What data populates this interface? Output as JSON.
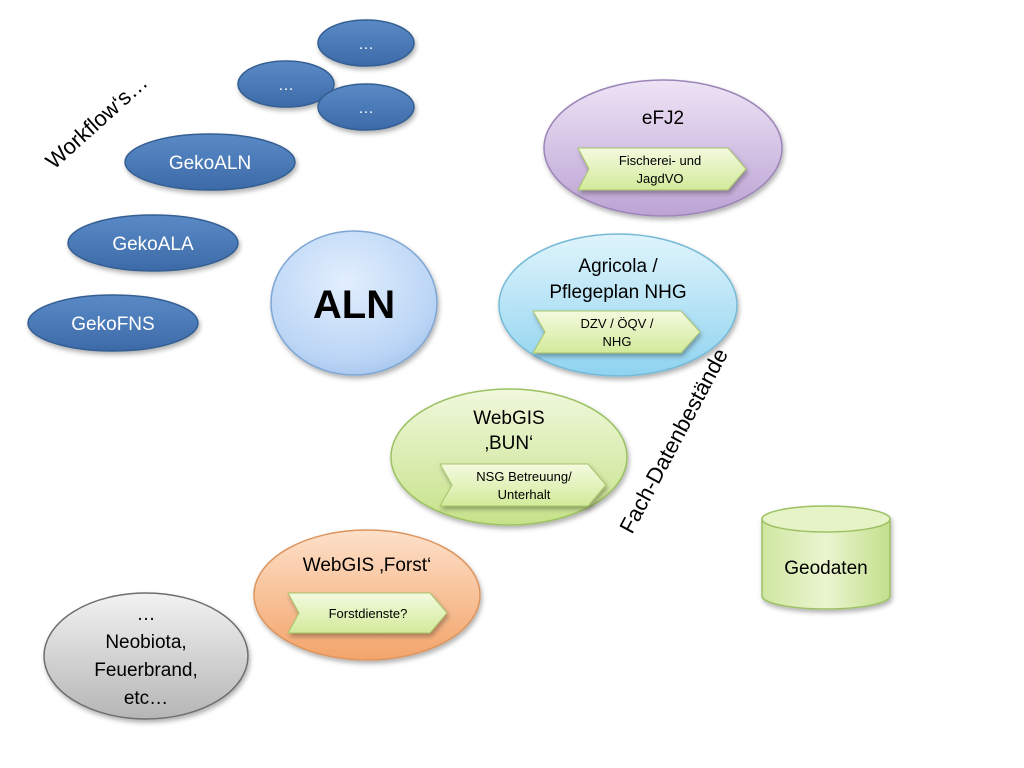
{
  "labels": {
    "workflows": "Workflow‘s…",
    "fach_datenbestaende": "Fach-Datenbestände"
  },
  "blue_bubbles": {
    "dots_top": "…",
    "dots_left": "…",
    "dots_right": "…",
    "geko_aln": "GekoALN",
    "geko_ala": "GekoALA",
    "geko_fns": "GekoFNS"
  },
  "aln": {
    "label": "ALN"
  },
  "efj2": {
    "title": "eFJ2",
    "tag_line1": "Fischerei- und",
    "tag_line2": "JagdVO"
  },
  "agricola": {
    "title_line1": "Agricola /",
    "title_line2": "Pflegeplan NHG",
    "tag_line1": "DZV / ÖQV /",
    "tag_line2": "NHG"
  },
  "webgis_bun": {
    "title_line1": "WebGIS",
    "title_line2": "‚BUN‘",
    "tag_line1": "NSG Betreuung/",
    "tag_line2": "Unterhalt"
  },
  "webgis_forst": {
    "title": "WebGIS ‚Forst‘",
    "tag": "Forstdienste?"
  },
  "other": {
    "line1": "…",
    "line2": "Neobiota,",
    "line3": "Feuerbrand,",
    "line4": "etc…"
  },
  "geodaten": {
    "label": "Geodaten"
  },
  "colors": {
    "blue": "#4f81bd",
    "purple": "#c9b3dd",
    "cyan": "#a3dcf2",
    "green": "#d7ec9f",
    "orange": "#f8b889",
    "grey": "#c8c8c8",
    "tag_green": "#e5f3bf"
  }
}
